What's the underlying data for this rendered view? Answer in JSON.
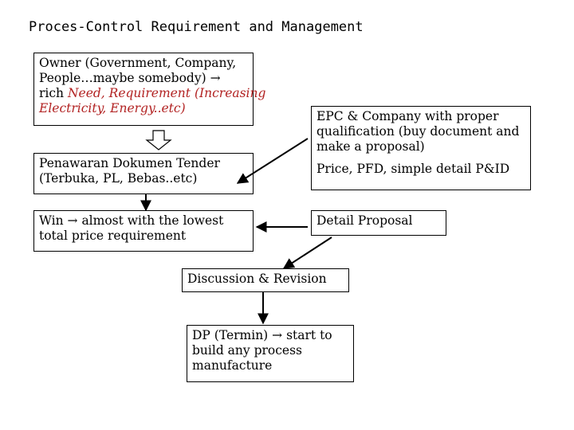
{
  "title": "Proces-Control Requirement and Management",
  "boxes": {
    "owner": {
      "line1": "Owner (Government, Company,",
      "line2": "People…maybe somebody) →",
      "line3_prefix": "rich ",
      "line3_red": "Need, Requirement (Increasing",
      "line4_red": "Electricity, Energy..etc)"
    },
    "epc": {
      "line1": "EPC & Company with proper",
      "line2": "qualification (buy document and",
      "line3": "make a proposal)",
      "line4": "Price, PFD, simple detail P&ID"
    },
    "tender": {
      "line1": "Penawaran Dokumen Tender",
      "line2": "(Terbuka, PL, Bebas..etc)"
    },
    "win": {
      "line1": "Win → almost with the lowest",
      "line2": "total price requirement"
    },
    "detail": {
      "line1": "Detail Proposal"
    },
    "discussion": {
      "line1": "Discussion & Revision"
    },
    "dp": {
      "line1": "DP (Termin) → start to",
      "line2": "build any process",
      "line3": "manufacture"
    }
  },
  "colors": {
    "highlight_text": "#b22222",
    "lines": "#000000"
  }
}
